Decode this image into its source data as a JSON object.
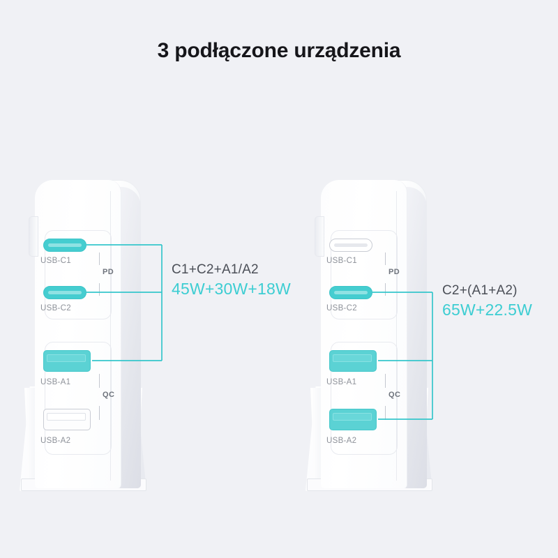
{
  "page": {
    "title": "3 podłączone urządzenia",
    "background_color": "#f0f1f5",
    "accent_color": "#3ccdd2",
    "port_active_color": "#45cdd0",
    "label_color": "#8d9199"
  },
  "units": [
    {
      "id": "left",
      "ports": [
        {
          "name": "USB-C1",
          "type": "usb-c",
          "active": true
        },
        {
          "name": "USB-C2",
          "type": "usb-c",
          "active": true
        },
        {
          "name": "USB-A1",
          "type": "usb-a",
          "active": true
        },
        {
          "name": "USB-A2",
          "type": "usb-a",
          "active": false
        }
      ],
      "brackets": [
        {
          "tag": "PD"
        },
        {
          "tag": "QC"
        }
      ],
      "callout": {
        "combo": "C1+C2+A1/A2",
        "power": "45W+30W+18W"
      }
    },
    {
      "id": "right",
      "ports": [
        {
          "name": "USB-C1",
          "type": "usb-c",
          "active": false
        },
        {
          "name": "USB-C2",
          "type": "usb-c",
          "active": true
        },
        {
          "name": "USB-A1",
          "type": "usb-a",
          "active": true
        },
        {
          "name": "USB-A2",
          "type": "usb-a",
          "active": true
        }
      ],
      "brackets": [
        {
          "tag": "PD"
        },
        {
          "tag": "QC"
        }
      ],
      "callout": {
        "combo": "C2+(A1+A2)",
        "power": "65W+22.5W"
      }
    }
  ]
}
